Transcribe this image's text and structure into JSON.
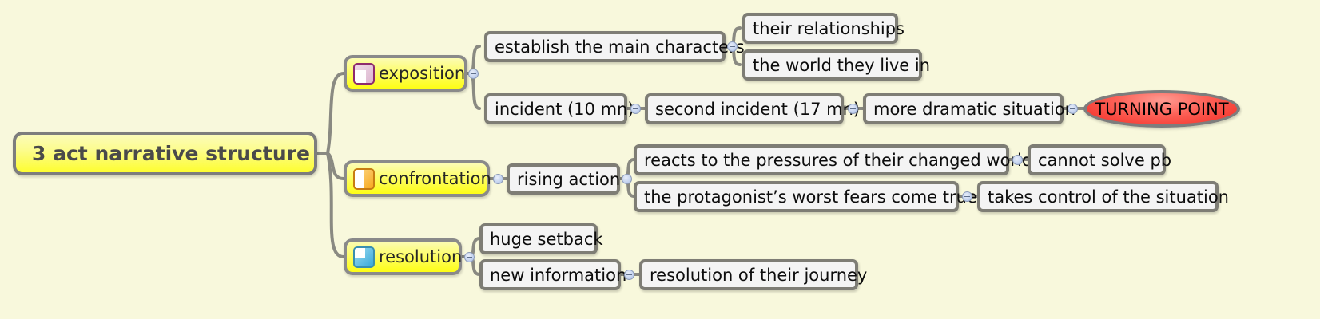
{
  "diagram": {
    "title": "3 act narrative structure",
    "background_color": "#f8f8dc",
    "root": {
      "label": "3 act narrative structure"
    },
    "acts": [
      {
        "label": "exposition",
        "icon": "square-purple-icon"
      },
      {
        "label": "confrontation",
        "icon": "square-orange-icon"
      },
      {
        "label": "resolution",
        "icon": "square-blue-icon"
      }
    ],
    "nodes": {
      "establish_main_characters": "establish the main characters",
      "their_relationships": "their relationships",
      "the_world_they_live_in": "the world they live in",
      "incident": "incident (10 mn)",
      "second_incident": "second incident (17 mn)",
      "more_dramatic_situation": "more dramatic situation",
      "turning_point": "TURNING POINT",
      "rising_action": "rising action",
      "reacts_to_pressures": "reacts to the pressures of their changed world",
      "cannot_solve_pb": "cannot solve pb",
      "worst_fears_come_true": "the protagonist’s worst fears come true",
      "takes_control": "takes control of the situation",
      "huge_setback": "huge setback",
      "new_information": "new information",
      "resolution_of_journey": "resolution of their journey"
    },
    "colors": {
      "root_fill": "#fdfd30",
      "act_fill": "#fdfd16",
      "box_fill": "#f4f4f4",
      "border": "#7e7d75",
      "turning_point_fill": "#f22a22",
      "connector": "#8a8a82",
      "dot_fill": "#c3d2ef"
    }
  }
}
